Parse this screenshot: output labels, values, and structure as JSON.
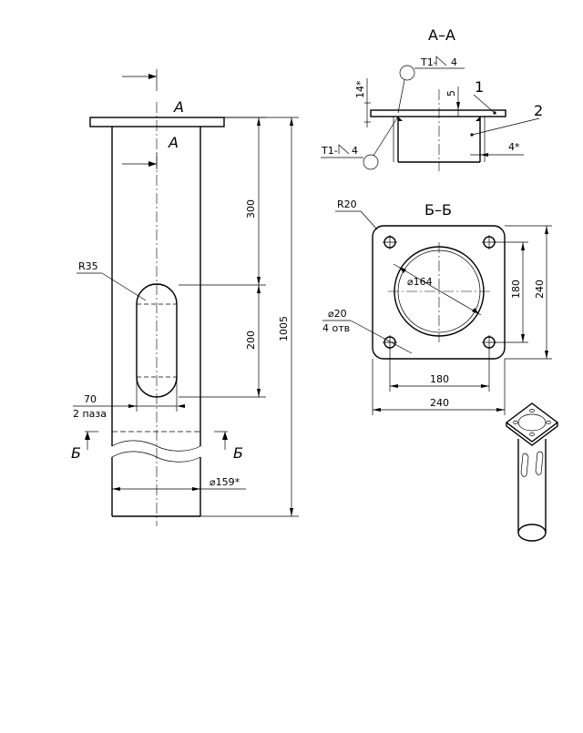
{
  "sections": {
    "aa_title": "А–А",
    "bb_title": "Б–Б",
    "cut_a_top": "А",
    "cut_a_bottom": "А",
    "cut_b_left": "Б",
    "cut_b_right": "Б"
  },
  "dimensions": {
    "r35": "R35",
    "d300": "300",
    "d200": "200",
    "d1005": "1005",
    "d70": "70",
    "slots": "2 паза",
    "d159": "⌀159*",
    "r20": "R20",
    "d164": "⌀164",
    "d180_v": "180",
    "d240_v": "240",
    "d180_h": "180",
    "d240_h": "240",
    "d20": "⌀20",
    "holes": "4 отв",
    "weld_top": "Т1-",
    "weld_top_leg": "4",
    "weld_left": "Т1-",
    "weld_left_leg": "4",
    "d14": "14*",
    "d5": "5",
    "d4": "4*",
    "pos1": "1",
    "pos2": "2"
  }
}
